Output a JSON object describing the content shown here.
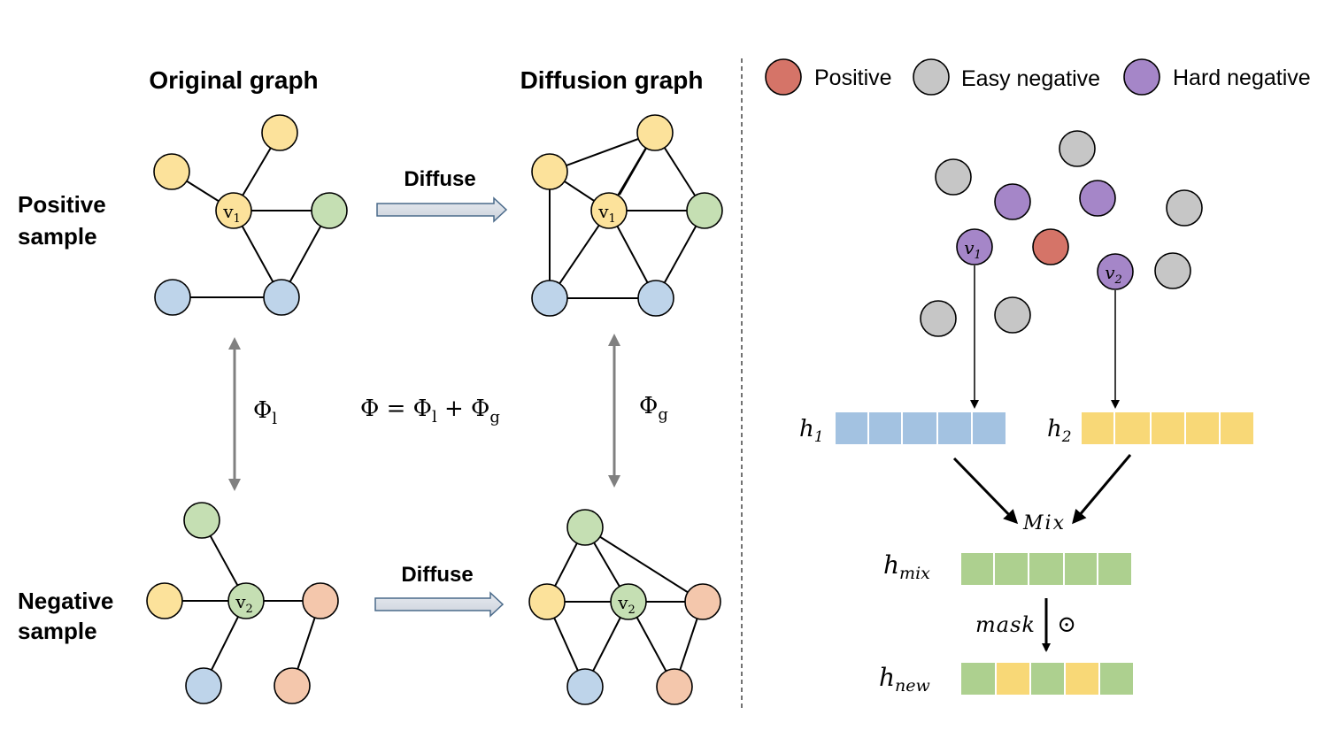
{
  "headers": {
    "original_graph": "Original graph",
    "diffusion_graph": "Diffusion graph"
  },
  "rows": {
    "positive_sample_line1": "Positive",
    "positive_sample_line2": "sample",
    "negative_sample_line1": "Negative",
    "negative_sample_line2": "sample"
  },
  "arrows": {
    "diffuse_top": "Diffuse",
    "diffuse_bottom": "Diffuse"
  },
  "formulas": {
    "phi_l": "Φ",
    "phi_l_sub": "l",
    "phi_g": "Φ",
    "phi_g_sub": "g",
    "sum_lhs": "Φ = Φ",
    "sum_sub1": "l",
    "sum_mid": " + Φ",
    "sum_sub2": "g"
  },
  "node_labels": {
    "v1_text": "v",
    "v1_sub": "1",
    "v2_text": "v",
    "v2_sub": "2"
  },
  "legend": {
    "positive": "Positive",
    "easy_negative": "Easy negative",
    "hard_negative": "Hard negative"
  },
  "vectors": {
    "h1": "h",
    "h1_sub": "1",
    "h2": "h",
    "h2_sub": "2",
    "mix_label": "Mix",
    "hmix": "h",
    "hmix_sub": "mix",
    "mask": "mask",
    "odot": "⊙",
    "hnew": "h",
    "hnew_sub": "new"
  },
  "colors": {
    "yellow": "#fce29b",
    "green": "#c5dfb3",
    "blue": "#bed4ea",
    "peach": "#f4c7ac",
    "positive_red": "#d57468",
    "easy_gray": "#c6c6c6",
    "hard_purple": "#a586c8",
    "bar_blue": "#a3c2e1",
    "bar_yellow": "#f8d877",
    "bar_green": "#add08f"
  }
}
